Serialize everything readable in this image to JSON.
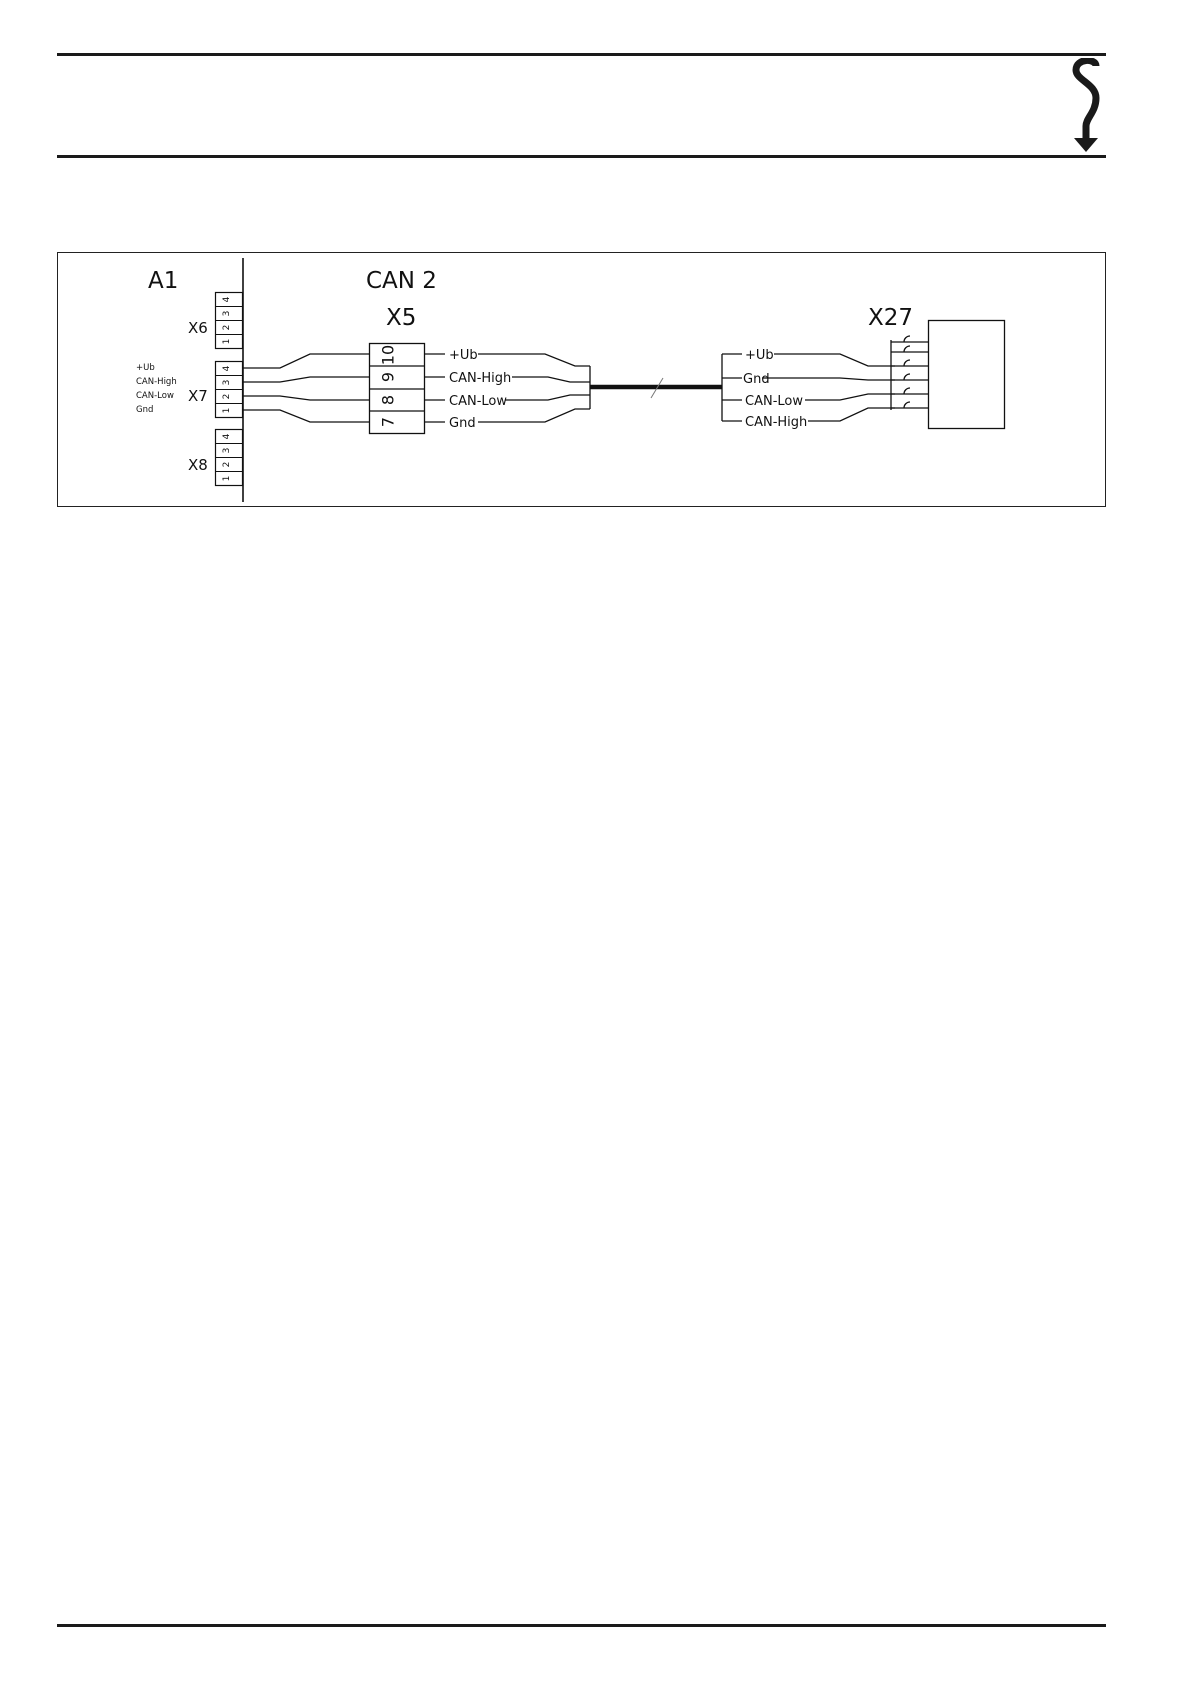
{
  "header": {
    "logo_icon": "s-arrow-logo-icon"
  },
  "diagram": {
    "module": "A1",
    "bus": "CAN 2",
    "connectors": {
      "x5": "X5",
      "x6": "X6",
      "x7": "X7",
      "x8": "X8",
      "x27": "X27"
    },
    "pins_4": [
      "4",
      "3",
      "2",
      "1"
    ],
    "x5_pins": [
      "10",
      "9",
      "8",
      "7"
    ],
    "x7_legend": [
      "+Ub",
      "CAN-High",
      "CAN-Low",
      "Gnd"
    ],
    "x5_signals": [
      "+Ub",
      "CAN-High",
      "CAN-Low",
      "Gnd"
    ],
    "x27_signals": [
      "+Ub",
      "Gnd",
      "CAN-Low",
      "CAN-High"
    ]
  }
}
